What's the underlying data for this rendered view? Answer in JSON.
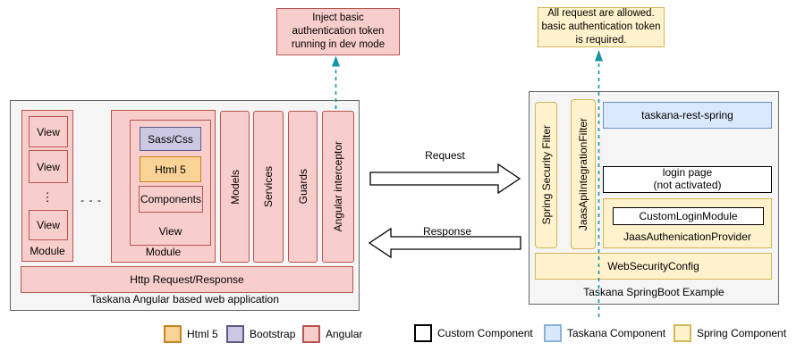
{
  "annotations": {
    "left_note": "Inject basic authentication token running in dev mode",
    "right_note": "All request are allowed. basic authentication token is required."
  },
  "left_app": {
    "title": "Taskana Angular based web application",
    "module1": {
      "label": "Module",
      "views": [
        "View",
        "View",
        "View"
      ],
      "ellipsis": "⋮"
    },
    "between_dots": "- - -",
    "module2": {
      "label": "Module",
      "view_label": "View",
      "sass": "Sass/Css",
      "html": "Html 5",
      "components": "Components"
    },
    "columns": [
      "Models",
      "Services",
      "Guards",
      "Angular interceptor"
    ],
    "http_bar": "Http Request/Response"
  },
  "arrows": {
    "request": "Request",
    "response": "Response"
  },
  "right_app": {
    "title": "Taskana SpringBoot Example",
    "filters": [
      "Spring Security Filter",
      "JaasApiIntegrationFilter"
    ],
    "rest": "taskana-rest-spring",
    "login_line1": "login page",
    "login_line2": "(not activated)",
    "custom_login": "CustomLoginModule",
    "jaas_provider": "JaasAuthenicationProvider",
    "web_security": "WebSecurityConfig"
  },
  "legend": [
    {
      "label": "Html 5",
      "fill": "#f8d395",
      "border": "#c8821f"
    },
    {
      "label": "Bootstrap",
      "fill": "#cdc8e2",
      "border": "#5d5a88"
    },
    {
      "label": "Angular",
      "fill": "#f8cecc",
      "border": "#b85450"
    },
    {
      "label": "Custom Component",
      "fill": "#ffffff",
      "border": "#000000"
    },
    {
      "label": "Taskana Component",
      "fill": "#dae8fc",
      "border": "#8db0d8"
    },
    {
      "label": "Spring Component",
      "fill": "#fff2cc",
      "border": "#d6b656"
    }
  ],
  "colors": {
    "angular_fill": "#f8cecc",
    "angular_border": "#b85450",
    "html5_fill": "#f8d395",
    "html5_border": "#c8821f",
    "bootstrap_fill": "#cdc8e2",
    "bootstrap_border": "#5d5a88",
    "taskana_fill": "#dae8fc",
    "taskana_border": "#6c8ebf",
    "spring_fill": "#fff2cc",
    "spring_border": "#d6b656",
    "container_fill": "#f5f5f5",
    "container_border": "#666666",
    "connector_teal": "#1494a5"
  }
}
